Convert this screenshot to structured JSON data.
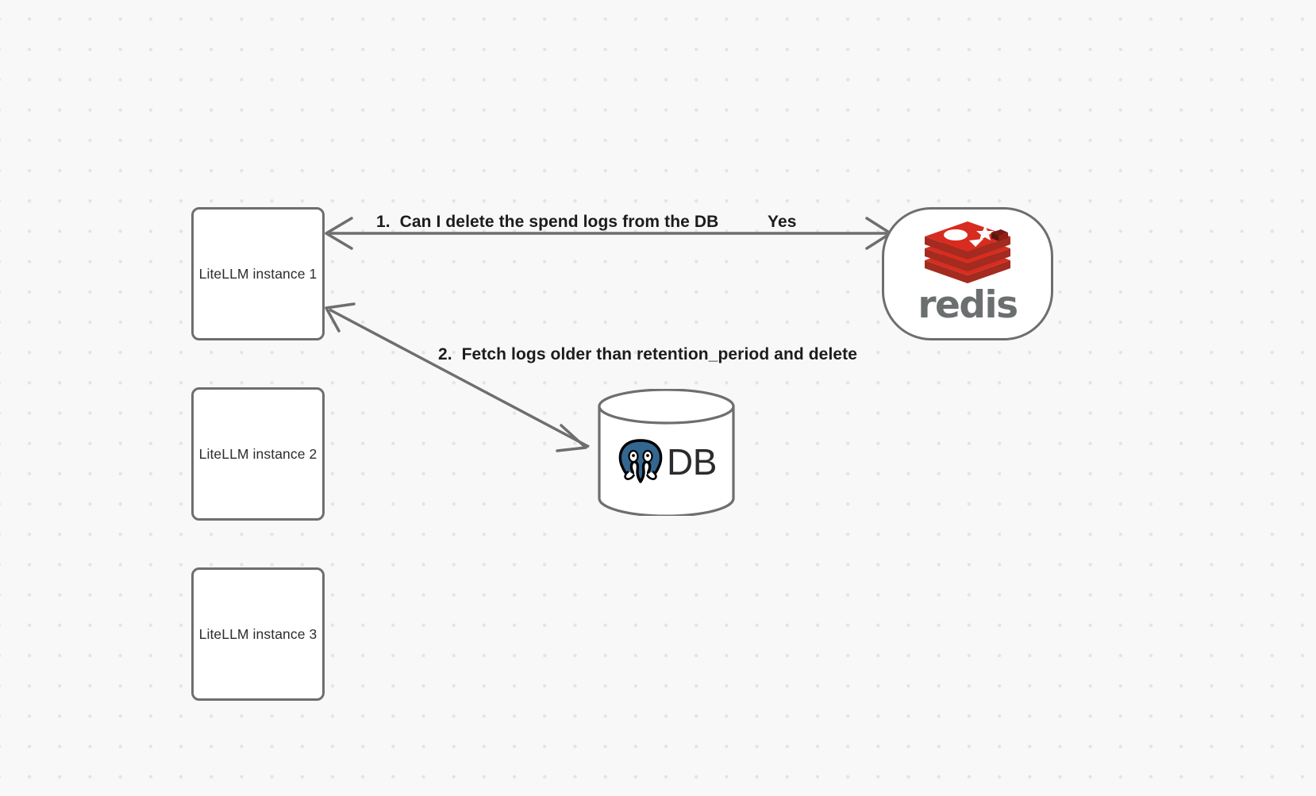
{
  "diagram": {
    "background_color": "#f8f8f8",
    "dot_color": "#e4e4e6",
    "stroke_color": "#6e6e6e",
    "nodes": [
      {
        "id": "litellm-1",
        "label": "LiteLLM instance 1",
        "type": "box"
      },
      {
        "id": "litellm-2",
        "label": "LiteLLM instance 2",
        "type": "box"
      },
      {
        "id": "litellm-3",
        "label": "LiteLLM instance 3",
        "type": "box"
      },
      {
        "id": "redis",
        "label": "redis",
        "type": "rounded",
        "brand_color": "#d82c20"
      },
      {
        "id": "database",
        "label": "DB",
        "type": "cylinder",
        "brand_color": "#336791"
      }
    ],
    "edges": [
      {
        "id": "edge-1",
        "from": "litellm-1",
        "to": "redis",
        "label": "1.  Can I delete the spend logs from the DB",
        "reply_label": "Yes"
      },
      {
        "id": "edge-2",
        "from": "litellm-1",
        "to": "database",
        "label": "2.  Fetch logs older than retention_period and delete"
      }
    ]
  }
}
